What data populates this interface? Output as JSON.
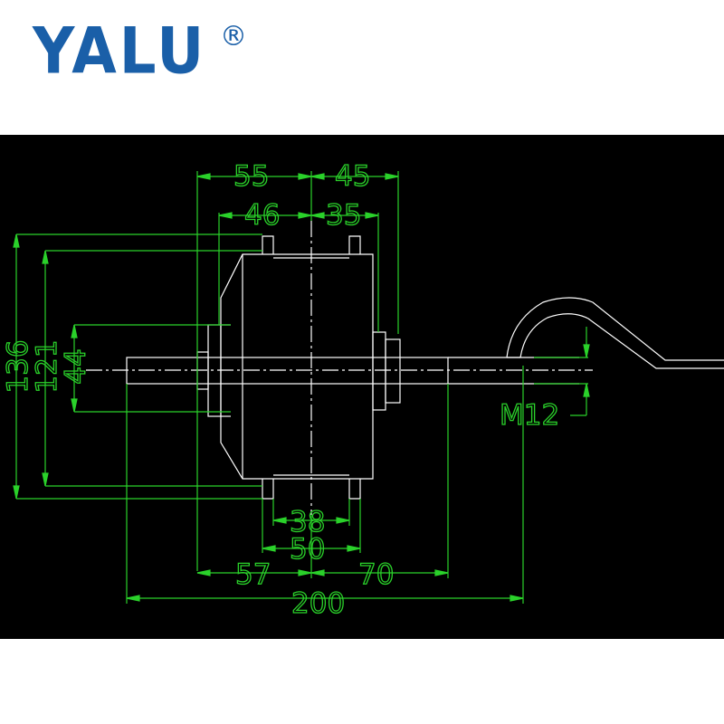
{
  "brand": {
    "name": "YALU",
    "registered_mark": "®",
    "color": "#1a5fa8"
  },
  "drawing": {
    "background": "#000000",
    "line_color": "#ffffff",
    "dimension_color": "#2ad12a",
    "dimensions": {
      "top_left_55": "55",
      "top_right_45": "45",
      "inner_left_46": "46",
      "inner_right_35": "35",
      "height_136": "136",
      "height_121": "121",
      "height_44": "44",
      "thread_label": "M12",
      "flange_38": "38",
      "flange_50": "50",
      "axle_left_57": "57",
      "axle_right_70": "70",
      "overall_200": "200"
    }
  }
}
